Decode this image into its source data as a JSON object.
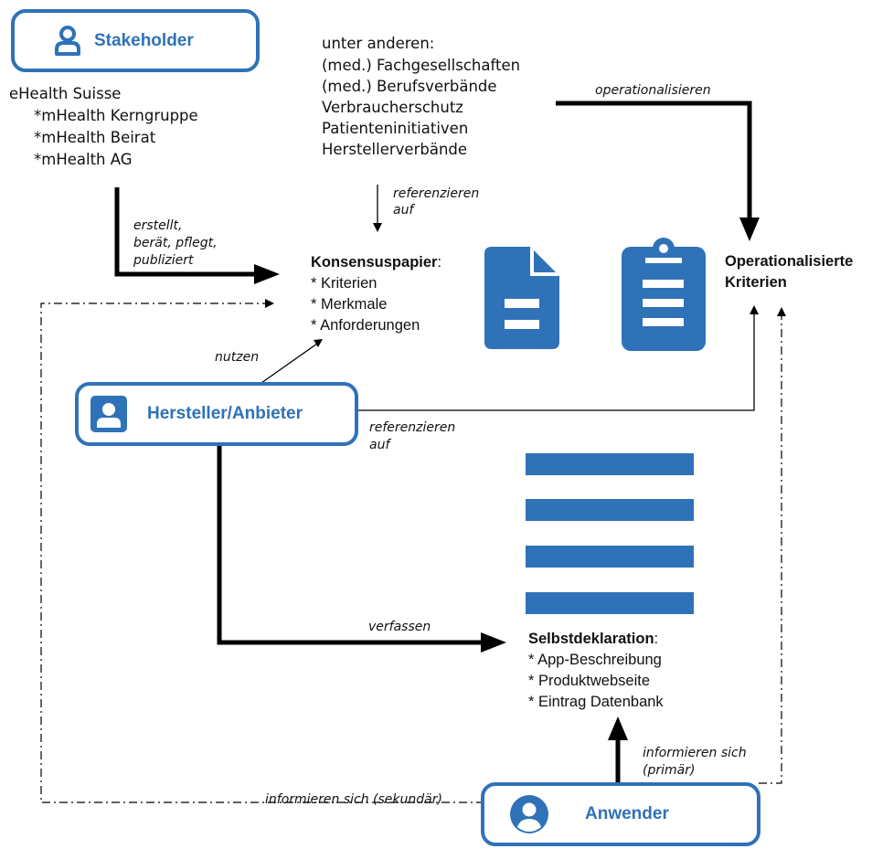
{
  "colors": {
    "accent": "#2f72b8",
    "line": "#000000"
  },
  "stakeholder": {
    "label": "Stakeholder",
    "icon": "person-outline-icon"
  },
  "ehealth": {
    "title": "eHealth Suisse",
    "items": [
      "*mHealth Kerngruppe",
      "*mHealth Beirat",
      "*mHealth AG"
    ]
  },
  "others": {
    "intro": "unter anderen:",
    "items": [
      "(med.) Fachgesellschaften",
      "(med.) Berufsverbände",
      "Verbraucherschutz",
      "Patienteninitiativen",
      "Herstellerverbände"
    ]
  },
  "konsens": {
    "title": "Konsensuspapier",
    "colon": ":",
    "items": [
      "* Kriterien",
      "* Merkmale",
      "* Anforderungen"
    ]
  },
  "operational": {
    "line1": "Operationalisierte",
    "line2": "Kriterien"
  },
  "hersteller": {
    "label": "Hersteller/Anbieter",
    "icon": "person-badge-icon"
  },
  "selbst": {
    "title": "Selbstdeklaration",
    "colon": ":",
    "items": [
      "* App-Beschreibung",
      "* Produktwebseite",
      "* Eintrag Datenbank"
    ]
  },
  "anwender": {
    "label": "Anwender",
    "icon": "person-circle-icon"
  },
  "edges": {
    "operationalisieren": "operationalisieren",
    "referenzieren_auf_top": [
      "referenzieren",
      "auf"
    ],
    "erstellt": [
      "erstellt,",
      "berät, pflegt,",
      "publiziert"
    ],
    "nutzen": "nutzen",
    "referenzieren_auf_mid": [
      "referenzieren",
      "auf"
    ],
    "verfassen": "verfassen",
    "informieren_primaer": [
      "informieren sich",
      "(primär)"
    ],
    "informieren_sekundaer": "informieren sich (sekundär)"
  },
  "icons": {
    "document": "document-icon",
    "clipboard": "clipboard-icon",
    "list": "list-lines-icon"
  }
}
